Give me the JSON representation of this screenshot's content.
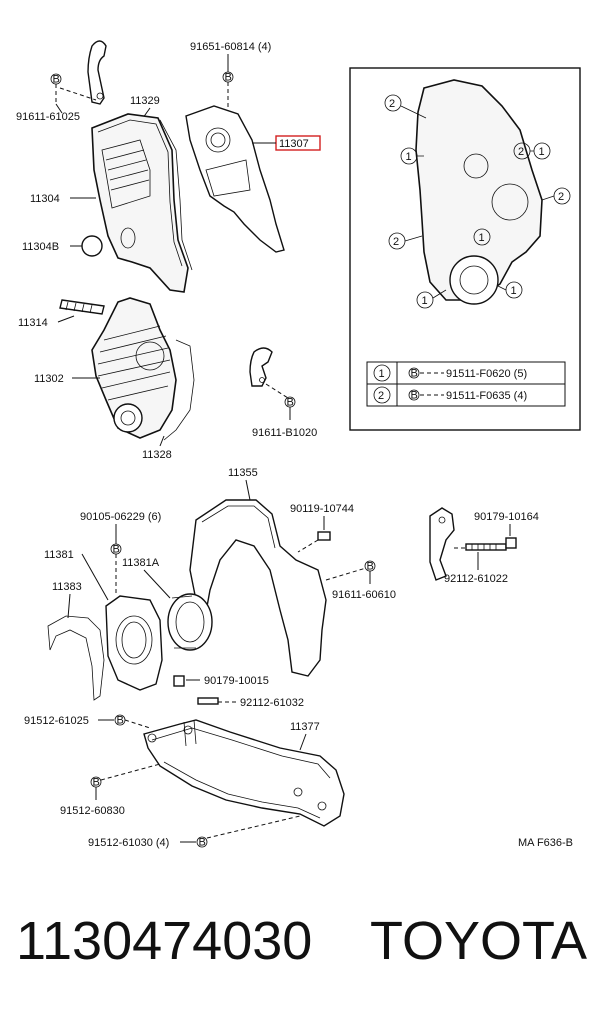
{
  "labels": {
    "p91651_60814": "91651-60814 (4)",
    "p91611_61025": "91611-61025",
    "p11329": "11329",
    "p11307": "11307",
    "p11304": "11304",
    "p11304b": "11304B",
    "p11314": "11314",
    "p11302": "11302",
    "p11328": "11328",
    "p91611_b1020": "91611-B1020",
    "p11355": "11355",
    "p90105_06229": "90105-06229 (6)",
    "p90119_10744": "90119-10744",
    "p90179_10164": "90179-10164",
    "p11381": "11381",
    "p11381a": "11381A",
    "p11383": "11383",
    "p91611_60610": "91611-60610",
    "p92112_61022": "92112-61022",
    "p90179_10015": "90179-10015",
    "p92112_61032": "92112-61032",
    "p91512_61025": "91512-61025",
    "p11377": "11377",
    "p91512_60830": "91512-60830",
    "p91512_61030": "91512-61030 (4)",
    "drawing_code": "MA F636-B"
  },
  "legend": {
    "rows": [
      {
        "num": "1",
        "bolt": "B",
        "part": "91511-F0620 (5)"
      },
      {
        "num": "2",
        "bolt": "B",
        "part": "91511-F0635 (4)"
      }
    ]
  },
  "markers": {
    "one": "1",
    "two": "2",
    "bolt": "B"
  },
  "highlight_color": "#d21f1f",
  "footer": {
    "part_number": "1130474030",
    "brand": "TOYOTA"
  }
}
